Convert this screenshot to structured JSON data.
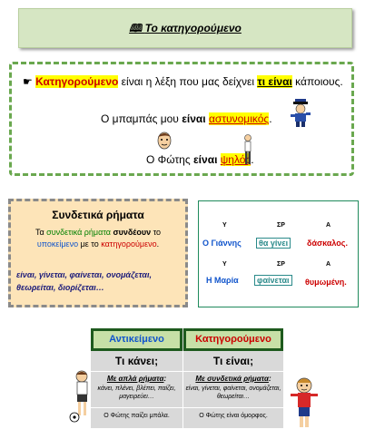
{
  "title": {
    "icon": "book-icon",
    "text": "Το κατηγορούμενο"
  },
  "definition": {
    "pointer_icon": "pointing-hand-icon",
    "term": "Κατηγορούμενο",
    "middle": " είναι η λέξη που μας δείχνει ",
    "highlight": "τι είναι",
    "end": " κάποιους.",
    "example1": {
      "before": "Ο μπαμπάς μου ",
      "verb": "είναι",
      "pred": "αστυνομικός",
      "end": "."
    },
    "example2": {
      "before": "Ο Φώτης ",
      "verb": "είναι",
      "pred": "ψηλός",
      "end": "."
    }
  },
  "linking": {
    "title": "Συνδετικά ρήματα",
    "desc_1": "Τα ",
    "desc_green": "συνδετικά ρήματα",
    "desc_2": " συνδέουν",
    "desc_3": " το ",
    "desc_blue": "υποκείμενο",
    "desc_4": " με το ",
    "desc_red": "κατηγορούμενο",
    "desc_5": ".",
    "verbs_line1": "είναι, γίνεται, φαίνεται, ονομάζεται,",
    "verbs_line2": "θεωρείται, διορίζεται…"
  },
  "analysis": {
    "tags": {
      "subject": "Υ",
      "verb": "ΣΡ",
      "predicate": "Α"
    },
    "rows": [
      {
        "subject": "Ο Γιάννης",
        "verb": "θα γίνει",
        "predicate": "δάσκαλος."
      },
      {
        "subject": "Η Μαρία",
        "verb": "φαίνεται",
        "predicate": "θυμωμένη."
      }
    ]
  },
  "table": {
    "left_header": "Αντικείμενο",
    "right_header": "Κατηγορούμενο",
    "left_question": "Τι κάνει;",
    "right_question": "Τι είναι;",
    "left_sub": "Με απλά ρήματα",
    "right_sub": "Με συνδετικά ρήματα",
    "colon": ":",
    "left_verbs": "κάνει, πλένει, βλέπει, παίζει, μαγειρεύει…",
    "right_verbs": "είναι, γίνεται, φαίνεται, ονομάζεται, θεωρείται…",
    "left_example": "Ο Φώτης παίζει μπάλα.",
    "right_example": "Ο Φώτης είναι όμορφος."
  },
  "colors": {
    "accent_green": "#6aa84f",
    "red": "#cc0000",
    "blue": "#1155cc",
    "highlight": "#ffff00"
  }
}
